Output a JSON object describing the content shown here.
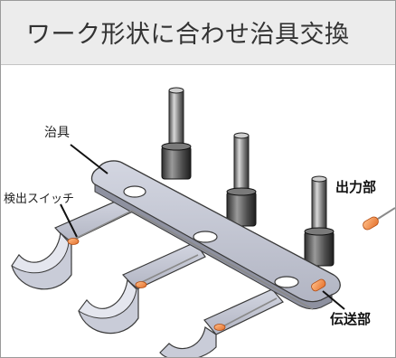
{
  "title": "ワーク形状に合わせ治具交換",
  "labels": {
    "jig": "治具",
    "detection_switch": "検出スイッチ",
    "output_unit": "出力部",
    "transmission_unit": "伝送部"
  },
  "colors": {
    "title_bg": "#ececec",
    "plate": "#c3c6d3",
    "plate_edge": "#3a3a3a",
    "pin_dark": "#5a5a5a",
    "switch_orange": "#f0914a",
    "wire_gray": "#8a8a8a"
  }
}
